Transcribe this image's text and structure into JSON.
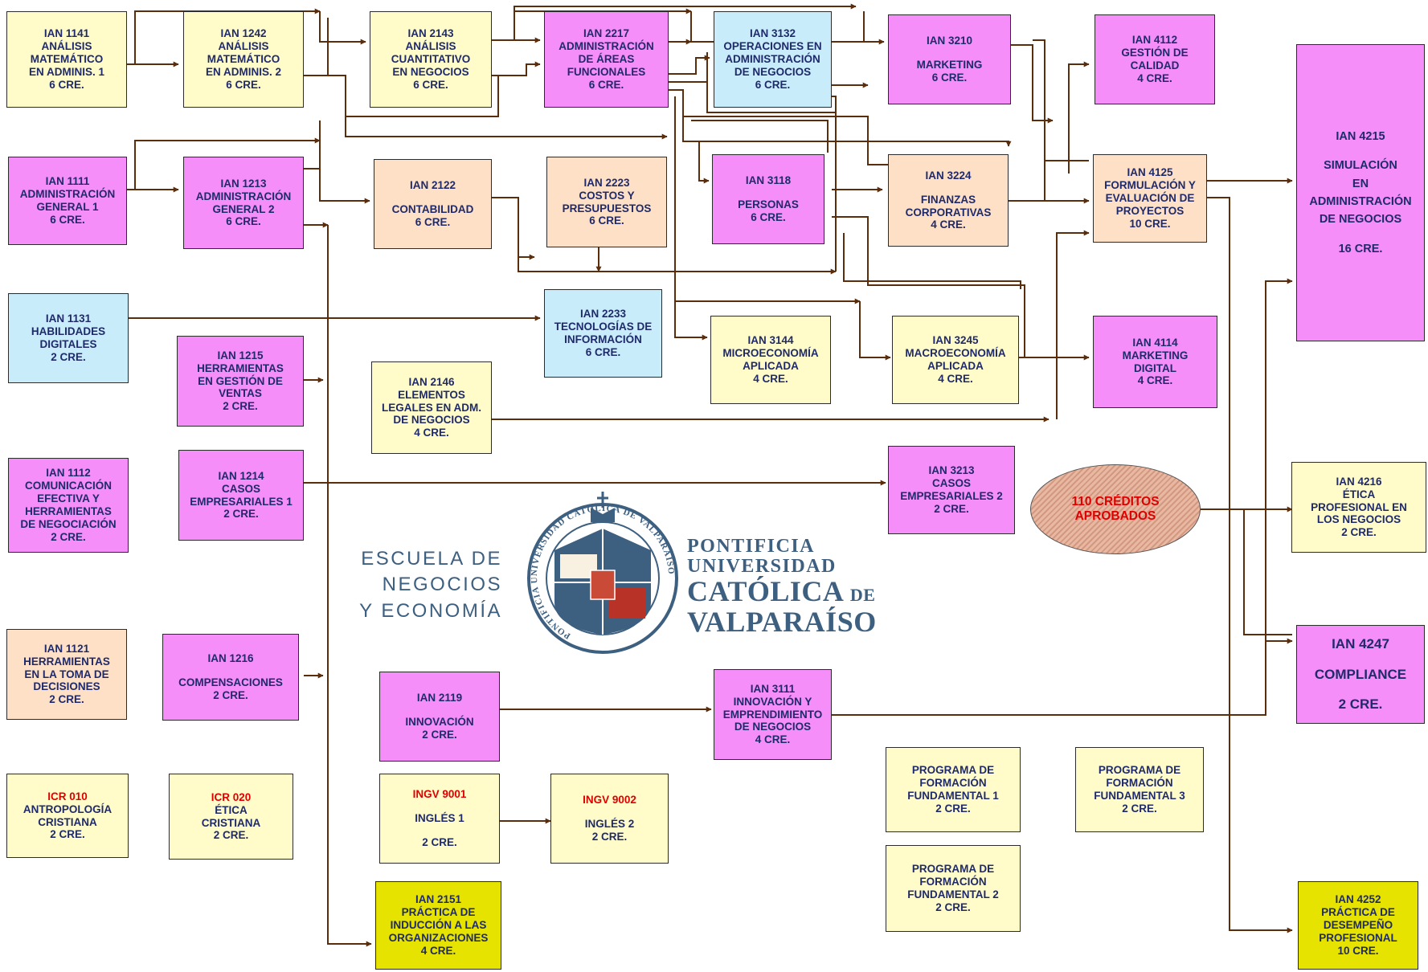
{
  "courses": {
    "ian1141": [
      "IAN 1141",
      "ANÁLISIS",
      "MATEMÁTICO",
      "EN ADMINIS. 1",
      "6 CRE."
    ],
    "ian1242": [
      "IAN 1242",
      "ANÁLISIS",
      "MATEMÁTICO",
      "EN ADMINIS. 2",
      "6 CRE."
    ],
    "ian2143": [
      "IAN  2143",
      "ANÁLISIS",
      "CUANTITATIVO",
      "EN NEGOCIOS",
      "6 CRE."
    ],
    "ian2217": [
      "IAN  2217",
      "ADMINISTRACIÓN",
      "DE ÁREAS",
      "FUNCIONALES",
      "6 CRE."
    ],
    "ian3132": [
      "IAN  3132",
      "OPERACIONES EN",
      "ADMINISTRACIÓN",
      "DE NEGOCIOS",
      "6 CRE."
    ],
    "ian3210": [
      "IAN 3210",
      "",
      "MARKETING",
      "6 CRE."
    ],
    "ian4112": [
      "IAN 4112",
      "GESTIÓN DE",
      "CALIDAD",
      "4 CRE."
    ],
    "ian4215": [
      "IAN 4215",
      "",
      "SIMULACIÓN",
      "EN",
      "ADMINISTRACIÓN",
      "DE NEGOCIOS",
      "",
      "16 CRE."
    ],
    "ian1111": [
      "IAN 1111",
      "ADMINISTRACIÓN",
      "GENERAL 1",
      "6 CRE."
    ],
    "ian1213": [
      "IAN 1213",
      "ADMINISTRACIÓN",
      "GENERAL 2",
      "6 CRE."
    ],
    "ian2122": [
      "IAN 2122",
      "",
      "CONTABILIDAD",
      "6 CRE."
    ],
    "ian2223": [
      "IAN 2223",
      "COSTOS Y",
      "PRESUPUESTOS",
      "6 CRE."
    ],
    "ian3118": [
      "IAN 3118",
      "",
      "PERSONAS",
      "6 CRE."
    ],
    "ian3224": [
      "IAN 3224",
      "",
      "FINANZAS",
      "CORPORATIVAS",
      "4 CRE."
    ],
    "ian4125": [
      "IAN 4125",
      "FORMULACIÓN Y",
      "EVALUACIÓN DE",
      "PROYECTOS",
      "10 CRE."
    ],
    "ian1131": [
      "IAN 1131",
      "HABILIDADES",
      "DIGITALES",
      "2 CRE."
    ],
    "ian2233": [
      "IAN 2233",
      "TECNOLOGÍAS DE",
      "INFORMACIÓN",
      "6 CRE."
    ],
    "ian3144": [
      "IAN 3144",
      "MICROECONOMÍA",
      "APLICADA",
      "4 CRE."
    ],
    "ian3245": [
      "IAN 3245",
      "MACROECONOMÍA",
      "APLICADA",
      "4 CRE."
    ],
    "ian4114": [
      "IAN 4114",
      "MARKETING",
      "DIGITAL",
      "4 CRE."
    ],
    "ian1215": [
      "IAN 1215",
      "HERRAMIENTAS",
      "EN GESTIÓN DE",
      "VENTAS",
      "2 CRE."
    ],
    "ian2146": [
      "IAN 2146",
      "ELEMENTOS",
      "LEGALES EN ADM.",
      "DE NEGOCIOS",
      "4 CRE."
    ],
    "ian1112": [
      "IAN 1112",
      "COMUNICACIÓN",
      "EFECTIVA Y",
      "HERRAMIENTAS",
      "DE NEGOCIACIÓN",
      "2 CRE."
    ],
    "ian1214": [
      "IAN 1214",
      "CASOS",
      "EMPRESARIALES 1",
      "2 CRE."
    ],
    "ian3213": [
      "IAN 3213",
      "CASOS",
      "EMPRESARIALES 2",
      "2 CRE."
    ],
    "ian4216": [
      "IAN 4216",
      "ÉTICA",
      "PROFESIONAL EN",
      "LOS NEGOCIOS",
      "2 CRE."
    ],
    "ian1121": [
      "IAN 1121",
      "HERRAMIENTAS",
      "EN LA TOMA DE",
      "DECISIONES",
      "2 CRE."
    ],
    "ian1216": [
      "IAN 1216",
      "",
      "COMPENSACIONES",
      "2 CRE."
    ],
    "ian2119": [
      "IAN 2119",
      "",
      "INNOVACIÓN",
      "2 CRE."
    ],
    "ian3111": [
      "IAN 3111",
      "INNOVACIÓN Y",
      "EMPRENDIMIENTO",
      "DE NEGOCIOS",
      "4 CRE."
    ],
    "ian4247": [
      "IAN  4247",
      "COMPLIANCE",
      "2 CRE."
    ],
    "icr010": [
      "ICR 010",
      "ANTROPOLOGÍA",
      "CRISTIANA",
      "2 CRE."
    ],
    "icr020": [
      "ICR 020",
      "ÉTICA",
      "CRISTIANA",
      "2 CRE."
    ],
    "ingv9001": [
      "INGV 9001",
      "",
      "INGLÉS 1",
      "",
      "2 CRE."
    ],
    "ingv9002": [
      "INGV 9002",
      "",
      "INGLÉS 2",
      "",
      "2 CRE."
    ],
    "pff1": [
      "PROGRAMA DE",
      "FORMACIÓN",
      "FUNDAMENTAL 1",
      "2 CRE."
    ],
    "pff2": [
      "PROGRAMA DE",
      "FORMACIÓN",
      "FUNDAMENTAL 2",
      "2 CRE."
    ],
    "pff3": [
      "PROGRAMA DE",
      "FORMACIÓN",
      "FUNDAMENTAL 3",
      "2 CRE."
    ],
    "ian2151": [
      "IAN 2151",
      "PRÁCTICA DE",
      "INDUCCIÓN A LAS",
      "ORGANIZACIONES",
      "4 CRE."
    ],
    "ian4252": [
      "IAN 4252",
      "PRÁCTICA DE",
      "DESEMPEÑO",
      "PROFESIONAL",
      "10 CRE."
    ]
  },
  "credits_note": [
    "110 CRÉDITOS",
    "APROBADOS"
  ],
  "school_name": [
    "ESCUELA DE",
    "NEGOCIOS",
    "Y ECONOMÍA"
  ],
  "university_name": {
    "l1": "PONTIFICIA",
    "l2": "UNIVERSIDAD",
    "l3a": "CATÓLICA",
    "l3b": "DE",
    "l4": "VALPARAÍSO"
  },
  "seal_text": "PONTIFICIA UNIVERSIDAD CATÓLICA DE VALPARAÍSO",
  "colors": {
    "basic": "#fffcc9",
    "admin": "#f58ef8",
    "finance": "#fde0c6",
    "tech": "#c9ecfb",
    "practice": "#e6e300",
    "arrow": "#5a2d0c",
    "text": "#1f2a6b",
    "code_red": "#e00000"
  }
}
